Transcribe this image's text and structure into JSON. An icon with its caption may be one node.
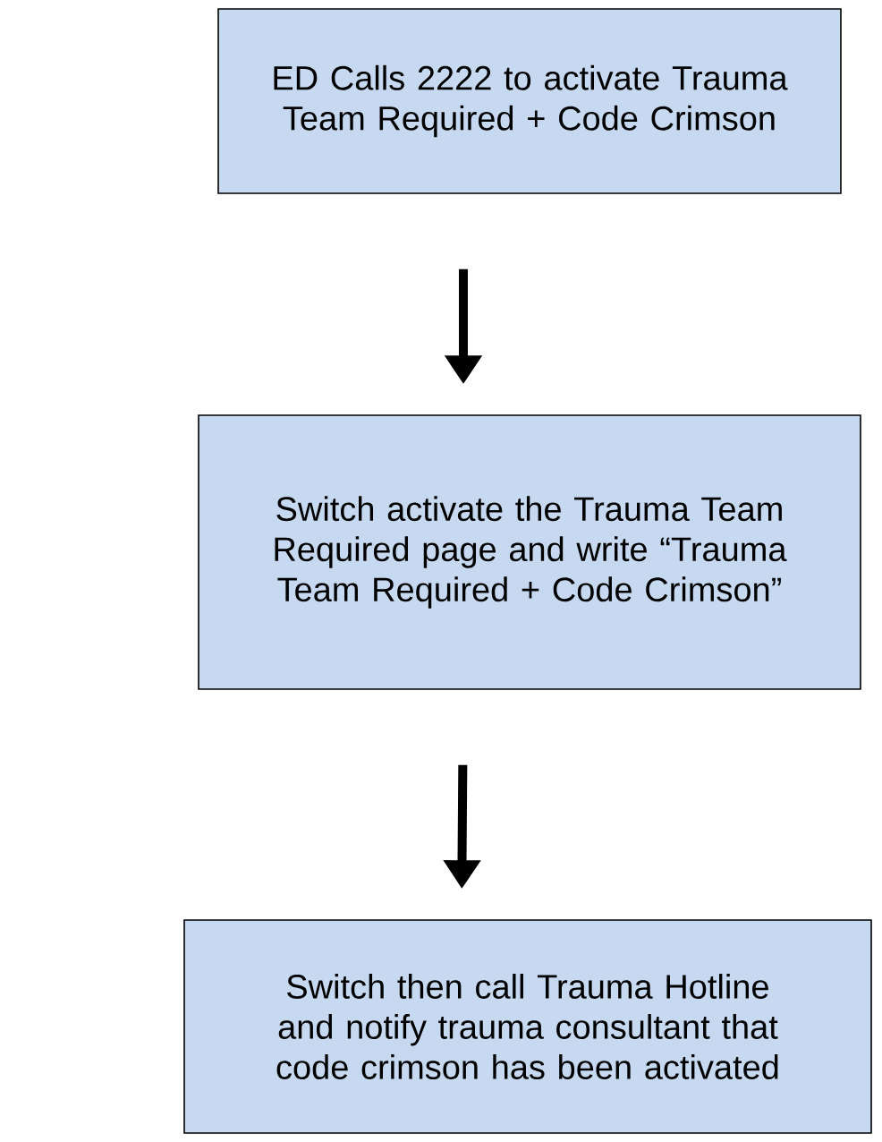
{
  "diagram": {
    "nodes": [
      {
        "text": [
          "ED Calls 2222 to activate Trauma Team Required + Code Crimson"
        ]
      },
      {
        "text": [
          "Switch activate the Trauma Team Required page and write “Trauma Team Required + Code Crimson”"
        ]
      },
      {
        "text": [
          "Switch then call Trauma Hotline and notify trauma consultant that code crimson has been activated"
        ]
      }
    ],
    "edges": [
      {
        "from": 0,
        "to": 1,
        "arrow": "to"
      },
      {
        "from": 1,
        "to": 2,
        "arrow": "to"
      }
    ]
  }
}
